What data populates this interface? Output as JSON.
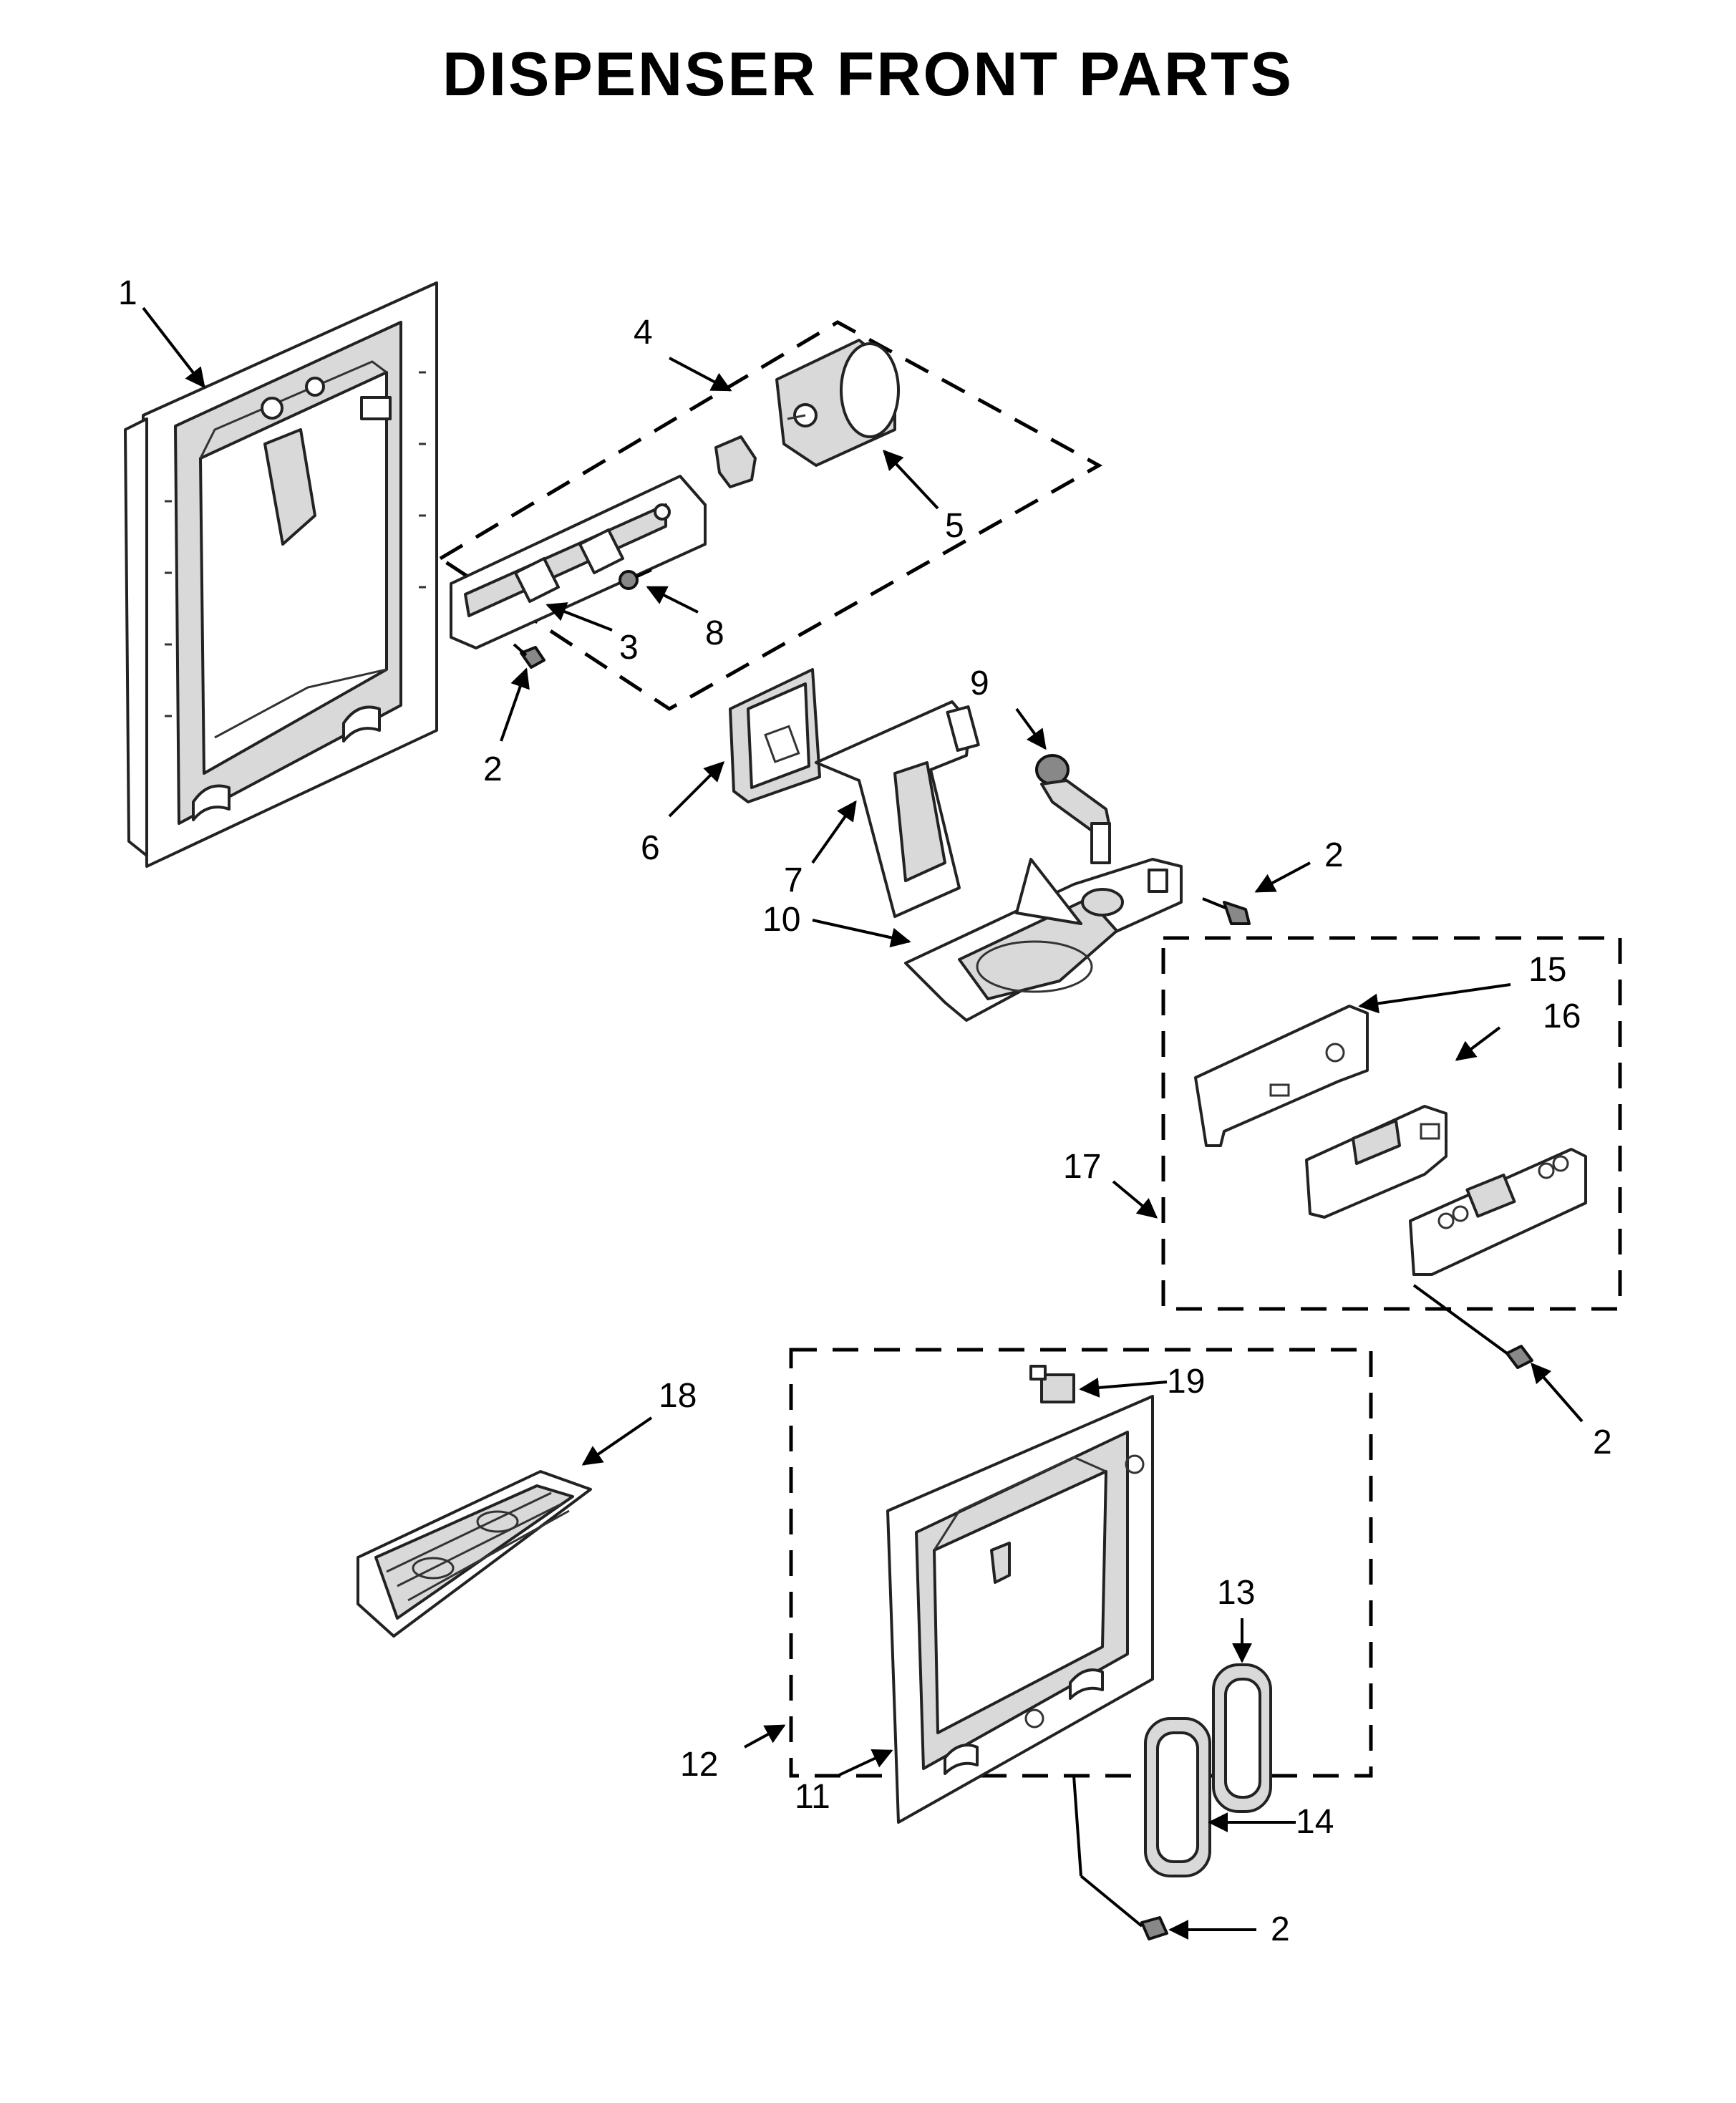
{
  "title": "DISPENSER FRONT PARTS",
  "callouts": {
    "c1": "1",
    "c2a": "2",
    "c2b": "2",
    "c2c": "2",
    "c2d": "2",
    "c3": "3",
    "c4": "4",
    "c5": "5",
    "c6": "6",
    "c7": "7",
    "c8": "8",
    "c9": "9",
    "c10": "10",
    "c11": "11",
    "c12": "12",
    "c13": "13",
    "c14": "14",
    "c15": "15",
    "c16": "16",
    "c17": "17",
    "c18": "18",
    "c19": "19"
  }
}
